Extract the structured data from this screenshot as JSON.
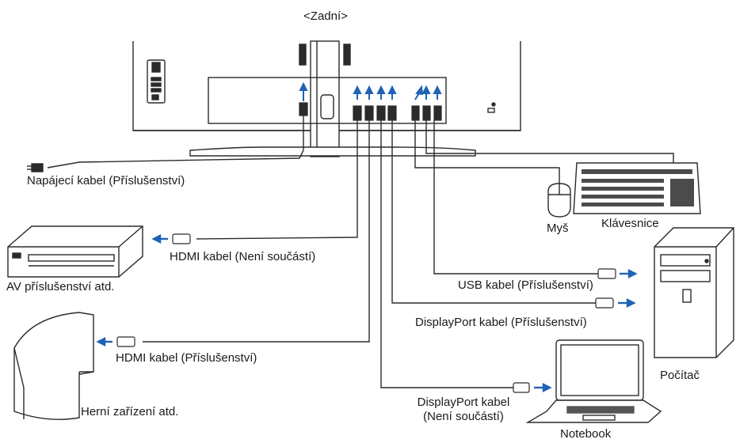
{
  "header": {
    "title": "<Zadní>"
  },
  "labels": {
    "power_cable": "Napájecí kabel (Příslušenství)",
    "av_accessory": "AV příslušenství atd.",
    "hdmi_cable_not_included": "HDMI kabel (Není součástí)",
    "hdmi_cable_accessory": "HDMI kabel (Příslušenství)",
    "gaming_device": "Herní zařízení atd.",
    "mouse": "Myš",
    "keyboard": "Klávesnice",
    "usb_cable": "USB kabel (Příslušenství)",
    "displayport_cable_accessory": "DisplayPort kabel (Příslušenství)",
    "computer": "Počítač",
    "displayport_cable_line1": "DisplayPort kabel",
    "displayport_cable_line2": "(Není součástí)",
    "notebook": "Notebook"
  },
  "colors": {
    "line": "#2b2b2b",
    "arrow": "#1f63b5",
    "device_fill": "#ffffff",
    "device_stroke": "#2b2b2b"
  }
}
